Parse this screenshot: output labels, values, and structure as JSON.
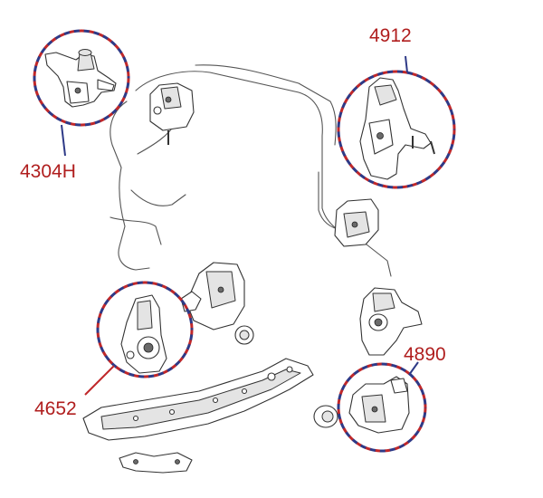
{
  "callouts": {
    "c4304h": {
      "label": "4304H"
    },
    "c4912": {
      "label": "4912"
    },
    "c4652": {
      "label": "4652"
    },
    "c4890": {
      "label": "4890"
    }
  },
  "colors": {
    "callout_text": "#b01e1e",
    "circle_red": "#c0282a",
    "circle_blue": "#2e3a87",
    "line_art": "#333333"
  },
  "icons": {
    "parts": [
      "engine-mount-icon",
      "transmission-mount-icon",
      "crossmember-icon",
      "bushing-icon",
      "bracket-icon"
    ]
  }
}
